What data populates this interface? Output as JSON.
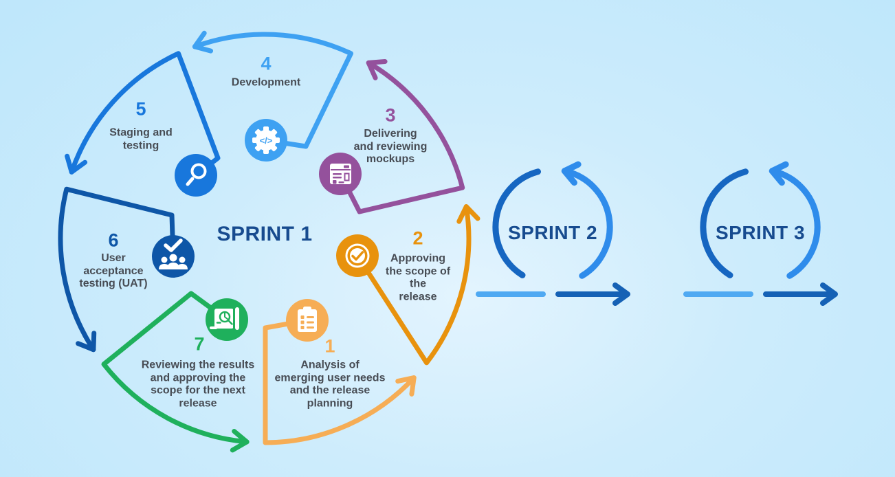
{
  "sprints": [
    {
      "label": "SPRINT 1"
    },
    {
      "label": "SPRINT 2"
    },
    {
      "label": "SPRINT 3"
    }
  ],
  "steps": [
    {
      "number": "1",
      "label": "Analysis of\nemerging user needs\nand the release\nplanning",
      "color": "#F6AD55",
      "icon": "clipboard-checklist-icon"
    },
    {
      "number": "2",
      "label": "Approving\nthe scope of\nthe\nrelease",
      "color": "#E8920D",
      "icon": "approval-seal-icon"
    },
    {
      "number": "3",
      "label": "Delivering\nand reviewing\nmockups",
      "color": "#94519C",
      "icon": "mockup-wireframe-icon"
    },
    {
      "number": "4",
      "label": "Development",
      "color": "#3EA1F2",
      "icon": "code-gear-icon"
    },
    {
      "number": "5",
      "label": "Staging and\ntesting",
      "color": "#1877DC",
      "icon": "magnifier-icon"
    },
    {
      "number": "6",
      "label": "User\nacceptance\ntesting (UAT)",
      "color": "#0E56A7",
      "icon": "team-check-icon"
    },
    {
      "number": "7",
      "label": "Reviewing the results\nand approving the\nscope for the next\nrelease",
      "color": "#1FB05C",
      "icon": "results-review-icon"
    }
  ],
  "icons": {
    "code_glyph": "</>"
  },
  "colors": {
    "title_navy": "#174b8f",
    "label_gray": "#474c54",
    "background_blue": "#cdecfc",
    "loop_dark": "#1666C1",
    "loop_light": "#2F8CEB",
    "arrow_light": "#4FA9F2",
    "arrow_dark": "#1561B5",
    "icon_glyph_white": "#FFFFFF"
  }
}
